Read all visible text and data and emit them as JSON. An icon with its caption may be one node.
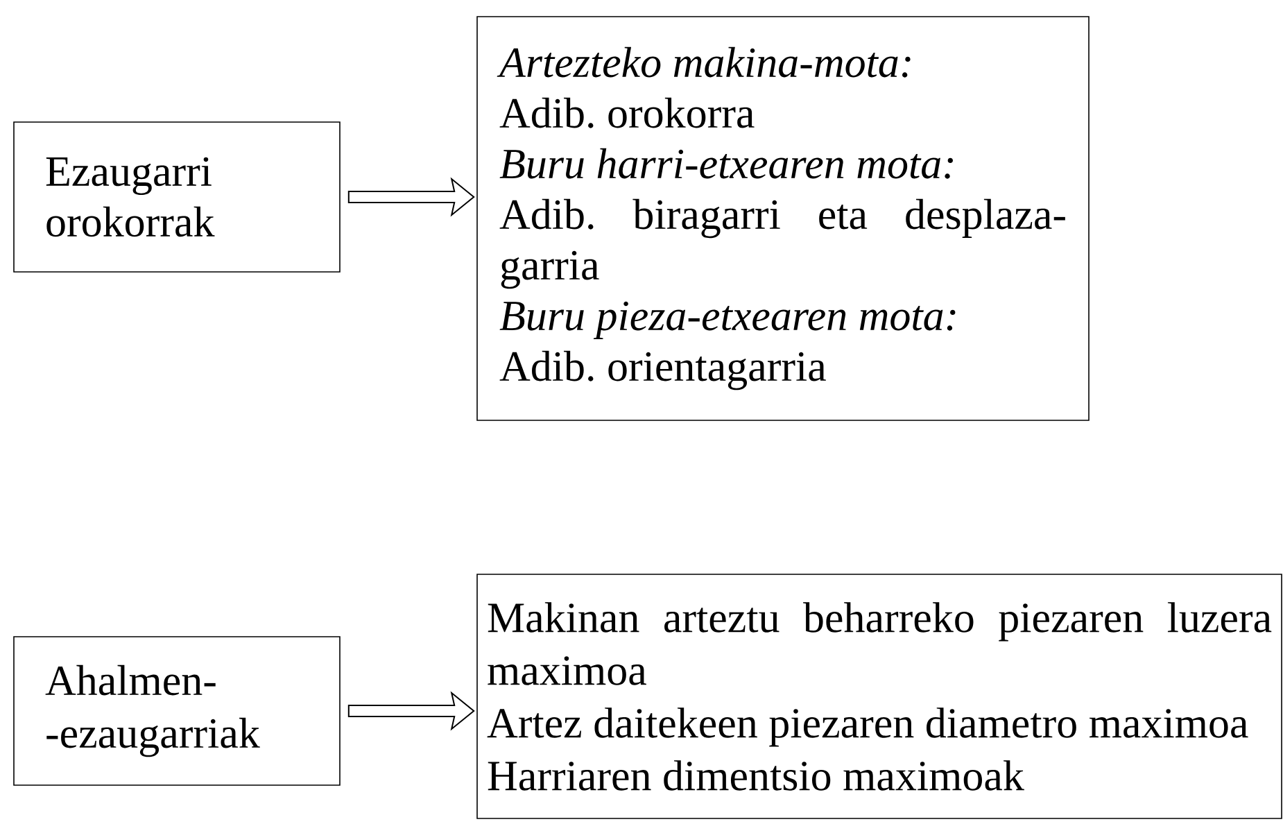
{
  "diagram": {
    "nodes": [
      {
        "text": [
          "Ezaugarri orokorrak"
        ]
      },
      {
        "text": [
          "Artezteko makina-mota:",
          "Adib. orokorra",
          "Buru harri-etxearen mota:",
          "Adib. biragarri eta desplaza-garria",
          "Buru pieza-etxearen mota:",
          "Adib. orientagarria"
        ]
      },
      {
        "text": [
          "Ahalmen- -ezaugarriak"
        ]
      },
      {
        "text": [
          "Makinan arteztu beharreko piezaren luzera maximoa",
          "Artez daitekeen piezaren diametro maximoa",
          "Harriaren dimentsio maximoak"
        ]
      }
    ],
    "edges": [
      {
        "from": 0,
        "to": 1,
        "arrow": "to"
      },
      {
        "from": 2,
        "to": 3,
        "arrow": "to"
      }
    ]
  }
}
